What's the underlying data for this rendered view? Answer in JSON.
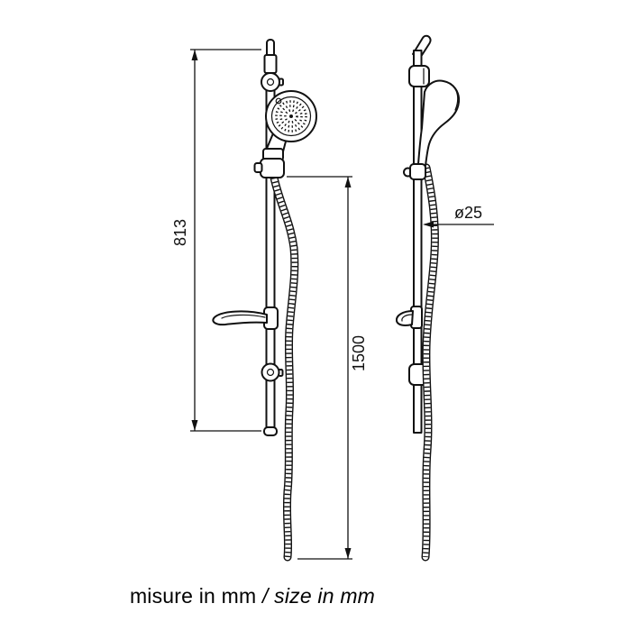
{
  "drawing": {
    "dimensions": {
      "rail_height": "813",
      "hose_length": "1500",
      "rail_diameter": "ø25"
    },
    "footer": {
      "text_primary": "misure in mm ",
      "text_secondary": "/ size in mm"
    },
    "colors": {
      "line": "#111111",
      "background": "#ffffff"
    }
  }
}
